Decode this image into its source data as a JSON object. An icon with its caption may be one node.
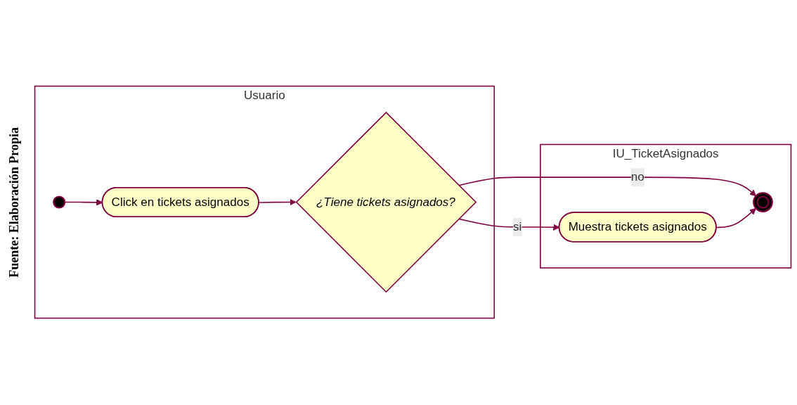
{
  "diagram": {
    "caption": "Fuente: Elaboración Propia",
    "nodes": [
      {
        "text": [
          "Usuario"
        ]
      },
      {
        "text": [
          "IU_TicketAsignados"
        ]
      },
      {
        "text": [],
        "shape": "circle",
        "in": 0
      },
      {
        "text": [
          "Click en tickets asignados"
        ],
        "in": 0
      },
      {
        "text": [
          "¿Tiene tickets asignados?"
        ],
        "in": 0
      },
      {
        "text": [
          "Muestra tickets asignados"
        ],
        "in": 1
      },
      {
        "text": [],
        "shape": "circle",
        "in": 1
      }
    ],
    "edges": [
      {
        "from": 2,
        "to": 3,
        "arrow": "to"
      },
      {
        "from": 3,
        "to": 4,
        "arrow": "to"
      },
      {
        "from": 4,
        "to": 5,
        "arrow": "to",
        "label": "si"
      },
      {
        "from": 4,
        "to": 6,
        "arrow": "to",
        "label": "no"
      },
      {
        "from": 5,
        "to": 6,
        "arrow": "to"
      }
    ]
  }
}
